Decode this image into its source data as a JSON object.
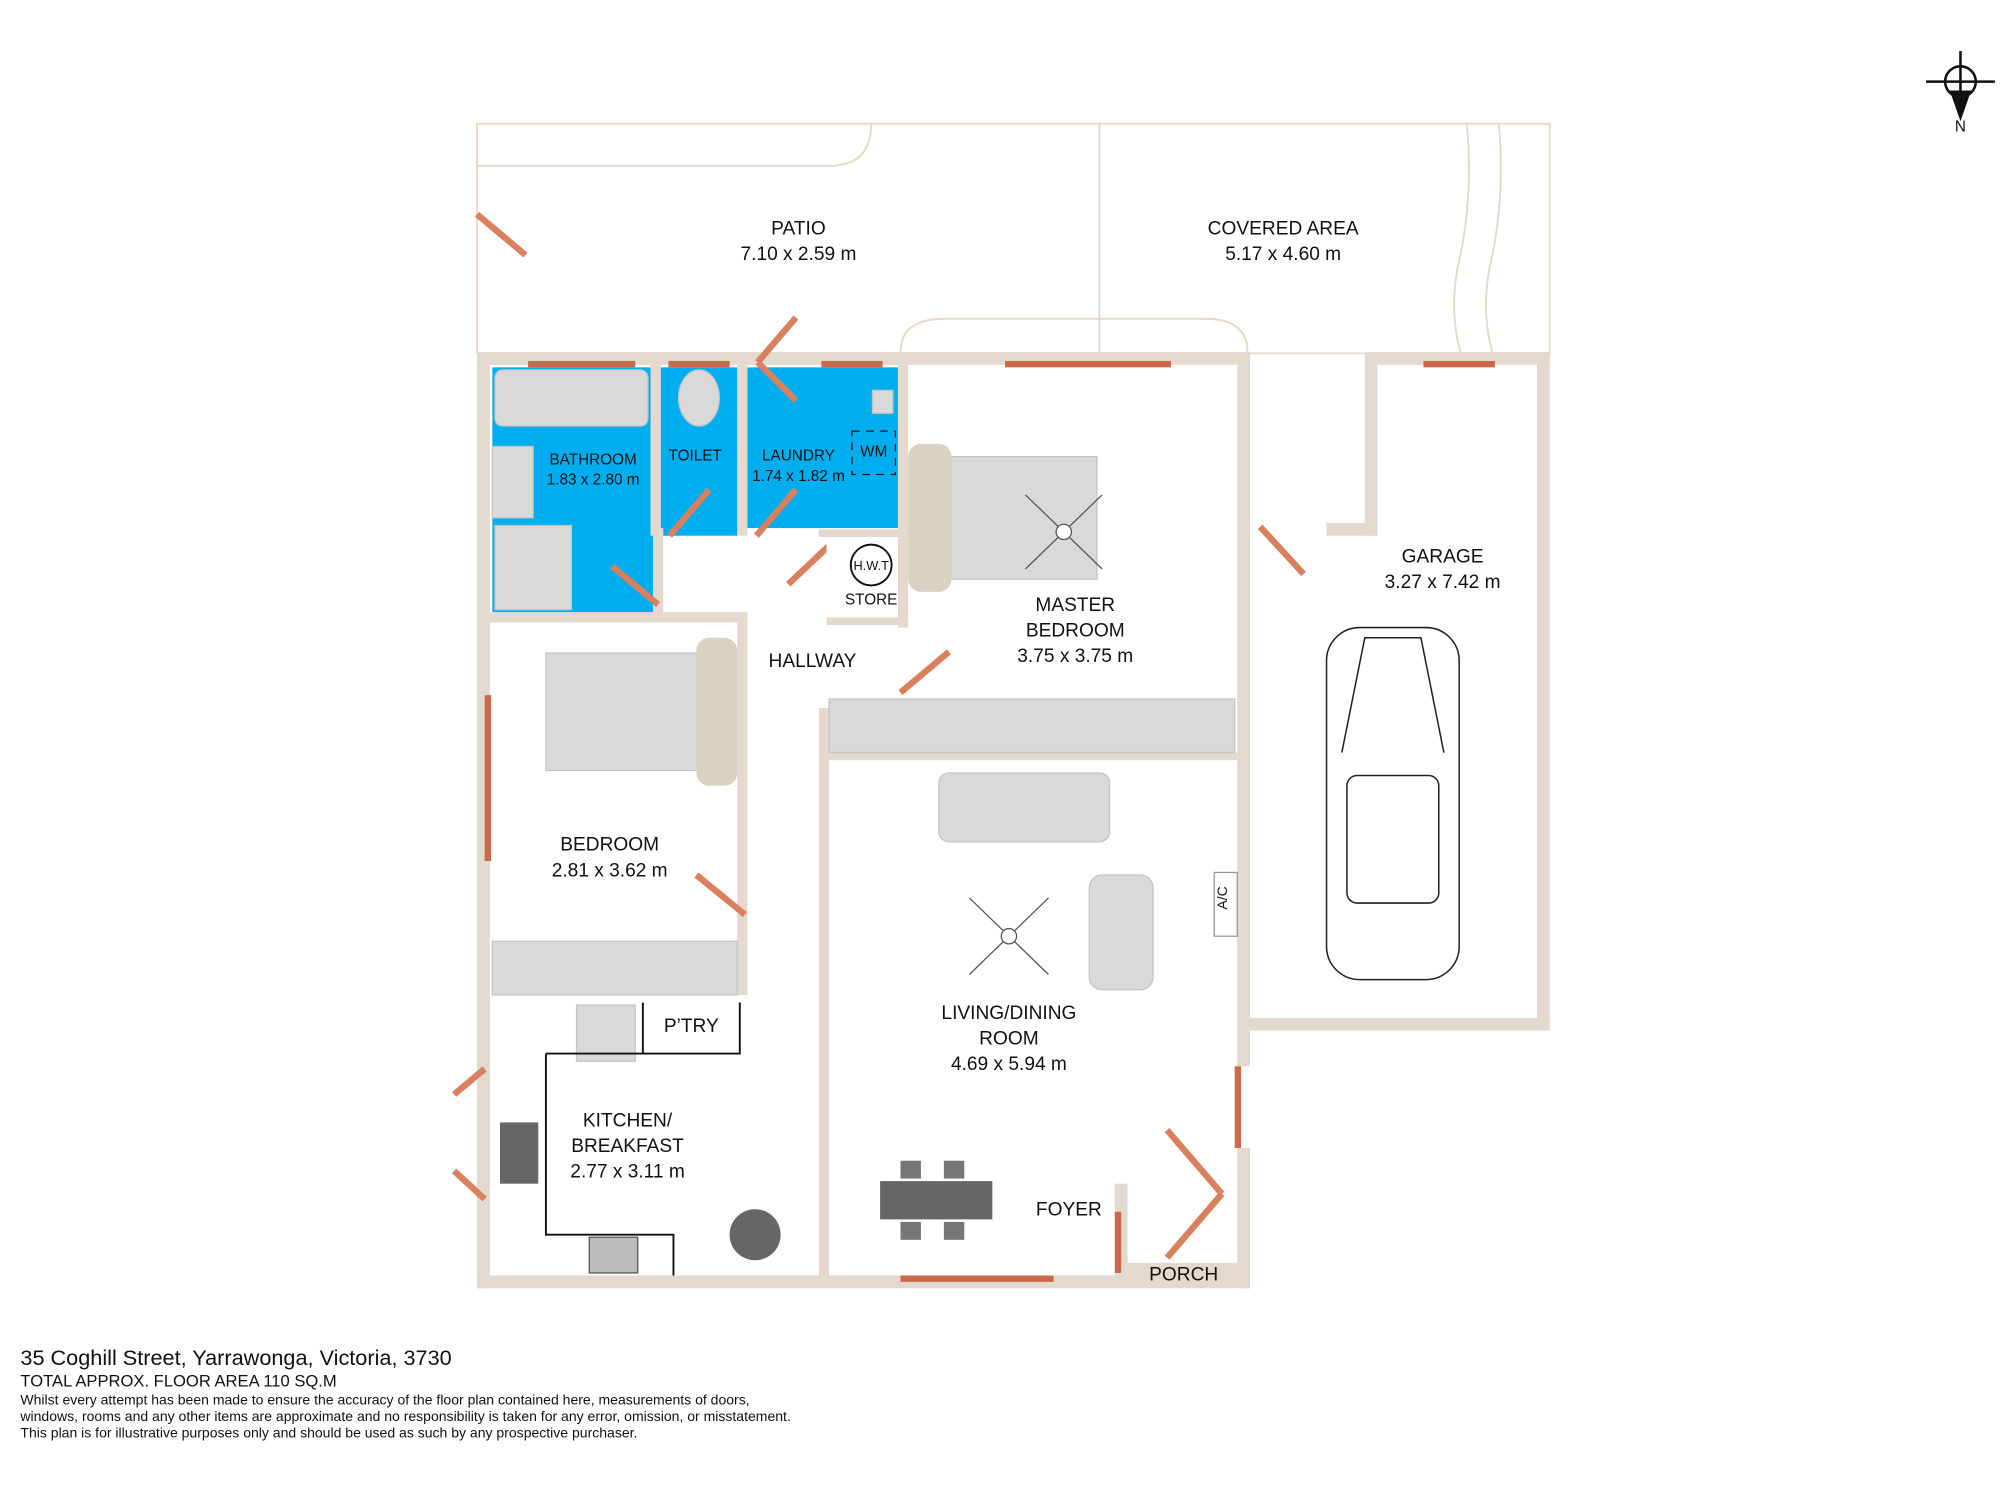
{
  "compass": {
    "label": "N"
  },
  "rooms": {
    "patio": {
      "name": "PATIO",
      "size": "7.10 x 2.59 m"
    },
    "covered_area": {
      "name": "COVERED AREA",
      "size": "5.17 x 4.60 m"
    },
    "bathroom": {
      "name": "BATHROOM",
      "size": "1.83 x 2.80 m"
    },
    "toilet": {
      "name": "TOILET"
    },
    "laundry": {
      "name": "LAUNDRY",
      "size": "1.74 x 1.82 m",
      "wm": "WM"
    },
    "hwt": {
      "name": "H.W.T",
      "store": "STORE"
    },
    "hallway": {
      "name": "HALLWAY"
    },
    "master_bedroom": {
      "name_1": "MASTER",
      "name_2": "BEDROOM",
      "size": "3.75 x 3.75 m"
    },
    "garage": {
      "name": "GARAGE",
      "size": "3.27 x 7.42 m"
    },
    "bedroom": {
      "name": "BEDROOM",
      "size": "2.81 x 3.62 m"
    },
    "pantry": {
      "name": "P’TRY"
    },
    "kitchen": {
      "name_1": "KITCHEN/",
      "name_2": "BREAKFAST",
      "size": "2.77 x 3.11 m"
    },
    "living": {
      "name_1": "LIVING/DINING",
      "name_2": "ROOM",
      "size": "4.69 x 5.94 m",
      "ac": "A/C"
    },
    "foyer": {
      "name": "FOYER"
    },
    "porch": {
      "name": "PORCH"
    }
  },
  "footer": {
    "address": "35 Coghill Street, Yarrawonga, Victoria, 3730",
    "area": "TOTAL APPROX. FLOOR AREA 110 SQ.M",
    "disclaimer_1": "Whilst every attempt has been made to ensure the accuracy of the floor plan contained here, measurements of doors,",
    "disclaimer_2": "windows, rooms and any other items are approximate and no responsibility is taken for any error, omission, or misstatement.",
    "disclaimer_3": "This plan is for illustrative purposes only and should be used as such by any prospective purchaser."
  },
  "colors": {
    "wet_area": "#00aeef",
    "wall": "#e3d9cf",
    "window": "#c8694a",
    "door": "#d9805e"
  }
}
